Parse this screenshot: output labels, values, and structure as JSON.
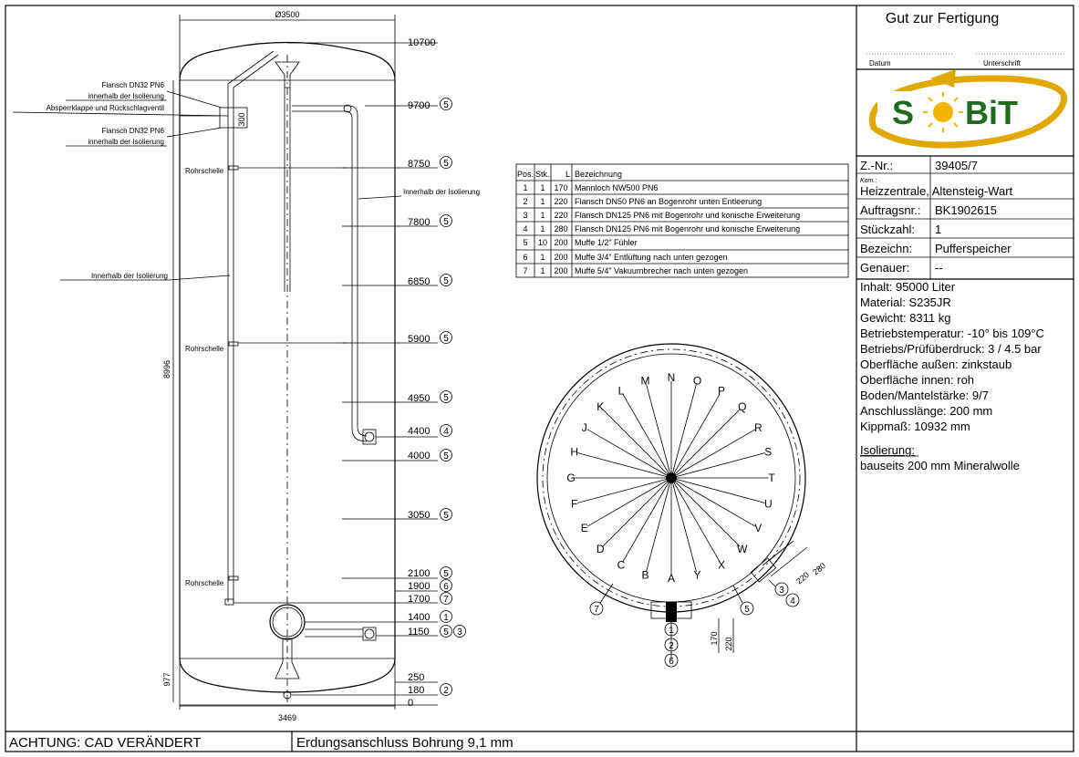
{
  "approval": {
    "title": "Gut zur Fertigung",
    "date_label": "Datum",
    "signature_label": "Unterschrift"
  },
  "logo": {
    "text_left": "S",
    "text_right": "BiT",
    "colors": {
      "green": "#1f6b1f",
      "gold": "#e0a800"
    }
  },
  "info_rows": [
    {
      "label": "Z.-Nr.:",
      "value": "39405/7"
    },
    {
      "label": "Kom.:",
      "value": "Heizzentrale, Altensteig-Wart"
    },
    {
      "label": "Auftragsnr.:",
      "value": "BK1902615"
    },
    {
      "label": "Stückzahl:",
      "value": "1"
    },
    {
      "label": "Bezeichn:",
      "value": "Pufferspeicher"
    },
    {
      "label": "Genauer:",
      "value": "--"
    }
  ],
  "specs": [
    "Inhalt: 95000 Liter",
    "Material: S235JR",
    "Gewicht: 8311 kg",
    "Betriebstemperatur: -10° bis 109°C",
    "Betriebs/Prüfüberdruck: 3 / 4.5 bar",
    "Oberfläche außen: zinkstaub",
    "Oberfläche innen: roh",
    "Boden/Mantelstärke: 9/7",
    "Anschlusslänge: 200 mm",
    "Kippmaß: 10932 mm"
  ],
  "insulation": {
    "title": "Isolierung:",
    "text": "bauseits 200 mm Mineralwolle"
  },
  "footer": {
    "warning": "ACHTUNG: CAD VERÄNDERT",
    "note": "Erdungsanschluss Bohrung 9,1 mm"
  },
  "parts_table": {
    "headers": [
      "Pos.",
      "Stk.",
      "L",
      "Bezeichnung"
    ],
    "rows": [
      [
        "1",
        "1",
        "170",
        "Mannloch NW500 PN6"
      ],
      [
        "2",
        "1",
        "220",
        "Flansch DN50 PN6 an Bogenrohr unten Entleerung"
      ],
      [
        "3",
        "1",
        "220",
        "Flansch DN125 PN6 mit Bogenrohr und konische Erweiterung"
      ],
      [
        "4",
        "1",
        "280",
        "Flansch DN125 PN6 mit Bogenrohr und konische Erweiterung"
      ],
      [
        "5",
        "10",
        "200",
        "Muffe 1/2\" Fühler"
      ],
      [
        "6",
        "1",
        "200",
        "Muffe 3/4\" Entlüftung nach unten gezogen"
      ],
      [
        "7",
        "1",
        "200",
        "Muffe 5/4\" Vakuumbrecher nach unten gezogen"
      ]
    ]
  },
  "drawing": {
    "diameter": "Ø3500",
    "width_bottom": "3469",
    "height_main": "8996",
    "height_bottom": "977",
    "dim_300": "300",
    "dim_170": "170",
    "dim_220": "220",
    "dim_220b": "220",
    "dim_280": "280",
    "notes": [
      "Flansch DN32 PN6",
      "innerhalb der Isolierung",
      "Absperrklappe und Rückschlagventil",
      "Flansch DN32 PN6",
      "innerhalb der Isolierung",
      "Rohrschelle",
      "Innerhalb der Isolierung",
      "Rohrschelle",
      "Rohrschelle",
      "Innerhalb der Isolierung"
    ],
    "levels": [
      {
        "value": "10700",
        "pos": []
      },
      {
        "value": "9700",
        "pos": [
          "5"
        ]
      },
      {
        "value": "8750",
        "pos": [
          "5"
        ]
      },
      {
        "value": "7800",
        "pos": [
          "5"
        ]
      },
      {
        "value": "6850",
        "pos": [
          "5"
        ]
      },
      {
        "value": "5900",
        "pos": [
          "5"
        ]
      },
      {
        "value": "4950",
        "pos": [
          "5"
        ]
      },
      {
        "value": "4400",
        "pos": [
          "4"
        ]
      },
      {
        "value": "4000",
        "pos": [
          "5"
        ]
      },
      {
        "value": "3050",
        "pos": [
          "5"
        ]
      },
      {
        "value": "2100",
        "pos": [
          "5"
        ]
      },
      {
        "value": "1900",
        "pos": [
          "6"
        ]
      },
      {
        "value": "1700",
        "pos": [
          "7"
        ]
      },
      {
        "value": "1400",
        "pos": [
          "1"
        ]
      },
      {
        "value": "1150",
        "pos": [
          "5",
          "3"
        ]
      },
      {
        "value": "250",
        "pos": []
      },
      {
        "value": "180",
        "pos": [
          "2"
        ]
      },
      {
        "value": "0",
        "pos": []
      }
    ],
    "compass_letters": [
      "N",
      "O",
      "P",
      "Q",
      "R",
      "S",
      "T",
      "U",
      "V",
      "W",
      "X",
      "Y",
      "A",
      "B",
      "C",
      "D",
      "E",
      "F",
      "G",
      "H",
      "J",
      "K",
      "L",
      "M"
    ],
    "plan_markers": [
      "1",
      "2",
      "6",
      "3",
      "4",
      "5",
      "7"
    ]
  }
}
